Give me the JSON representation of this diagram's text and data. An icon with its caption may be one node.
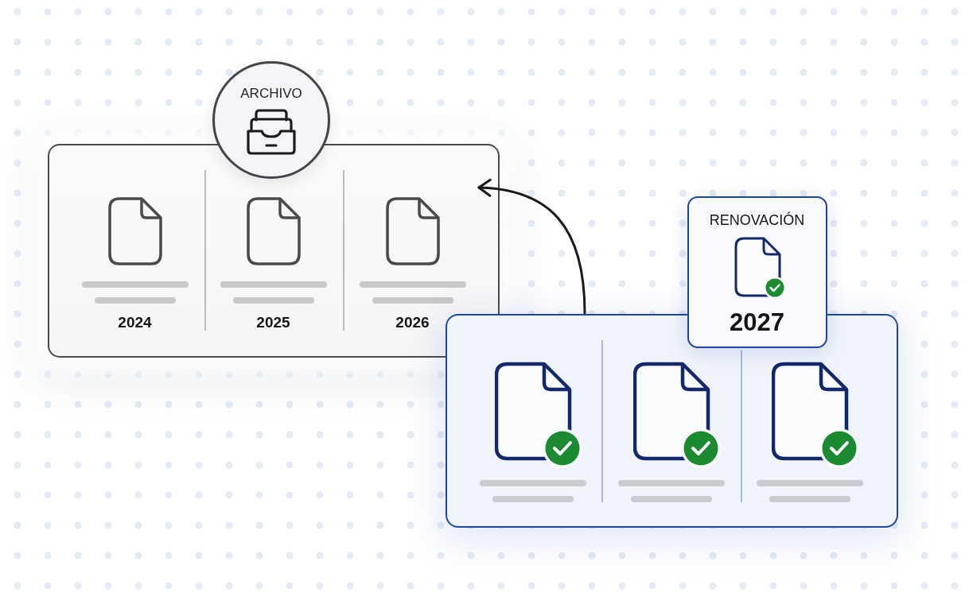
{
  "diagram": {
    "nodes": [
      {
        "text": [
          "ARCHIVO"
        ]
      },
      {
        "text": [
          "2024",
          "2025",
          "2026"
        ]
      },
      {
        "text": [
          "RENOVACIÓN",
          "2027"
        ]
      },
      {
        "text": [],
        "shape": "box"
      }
    ],
    "edges": [
      {
        "from": 3,
        "to": 1,
        "arrow": "to"
      }
    ]
  }
}
